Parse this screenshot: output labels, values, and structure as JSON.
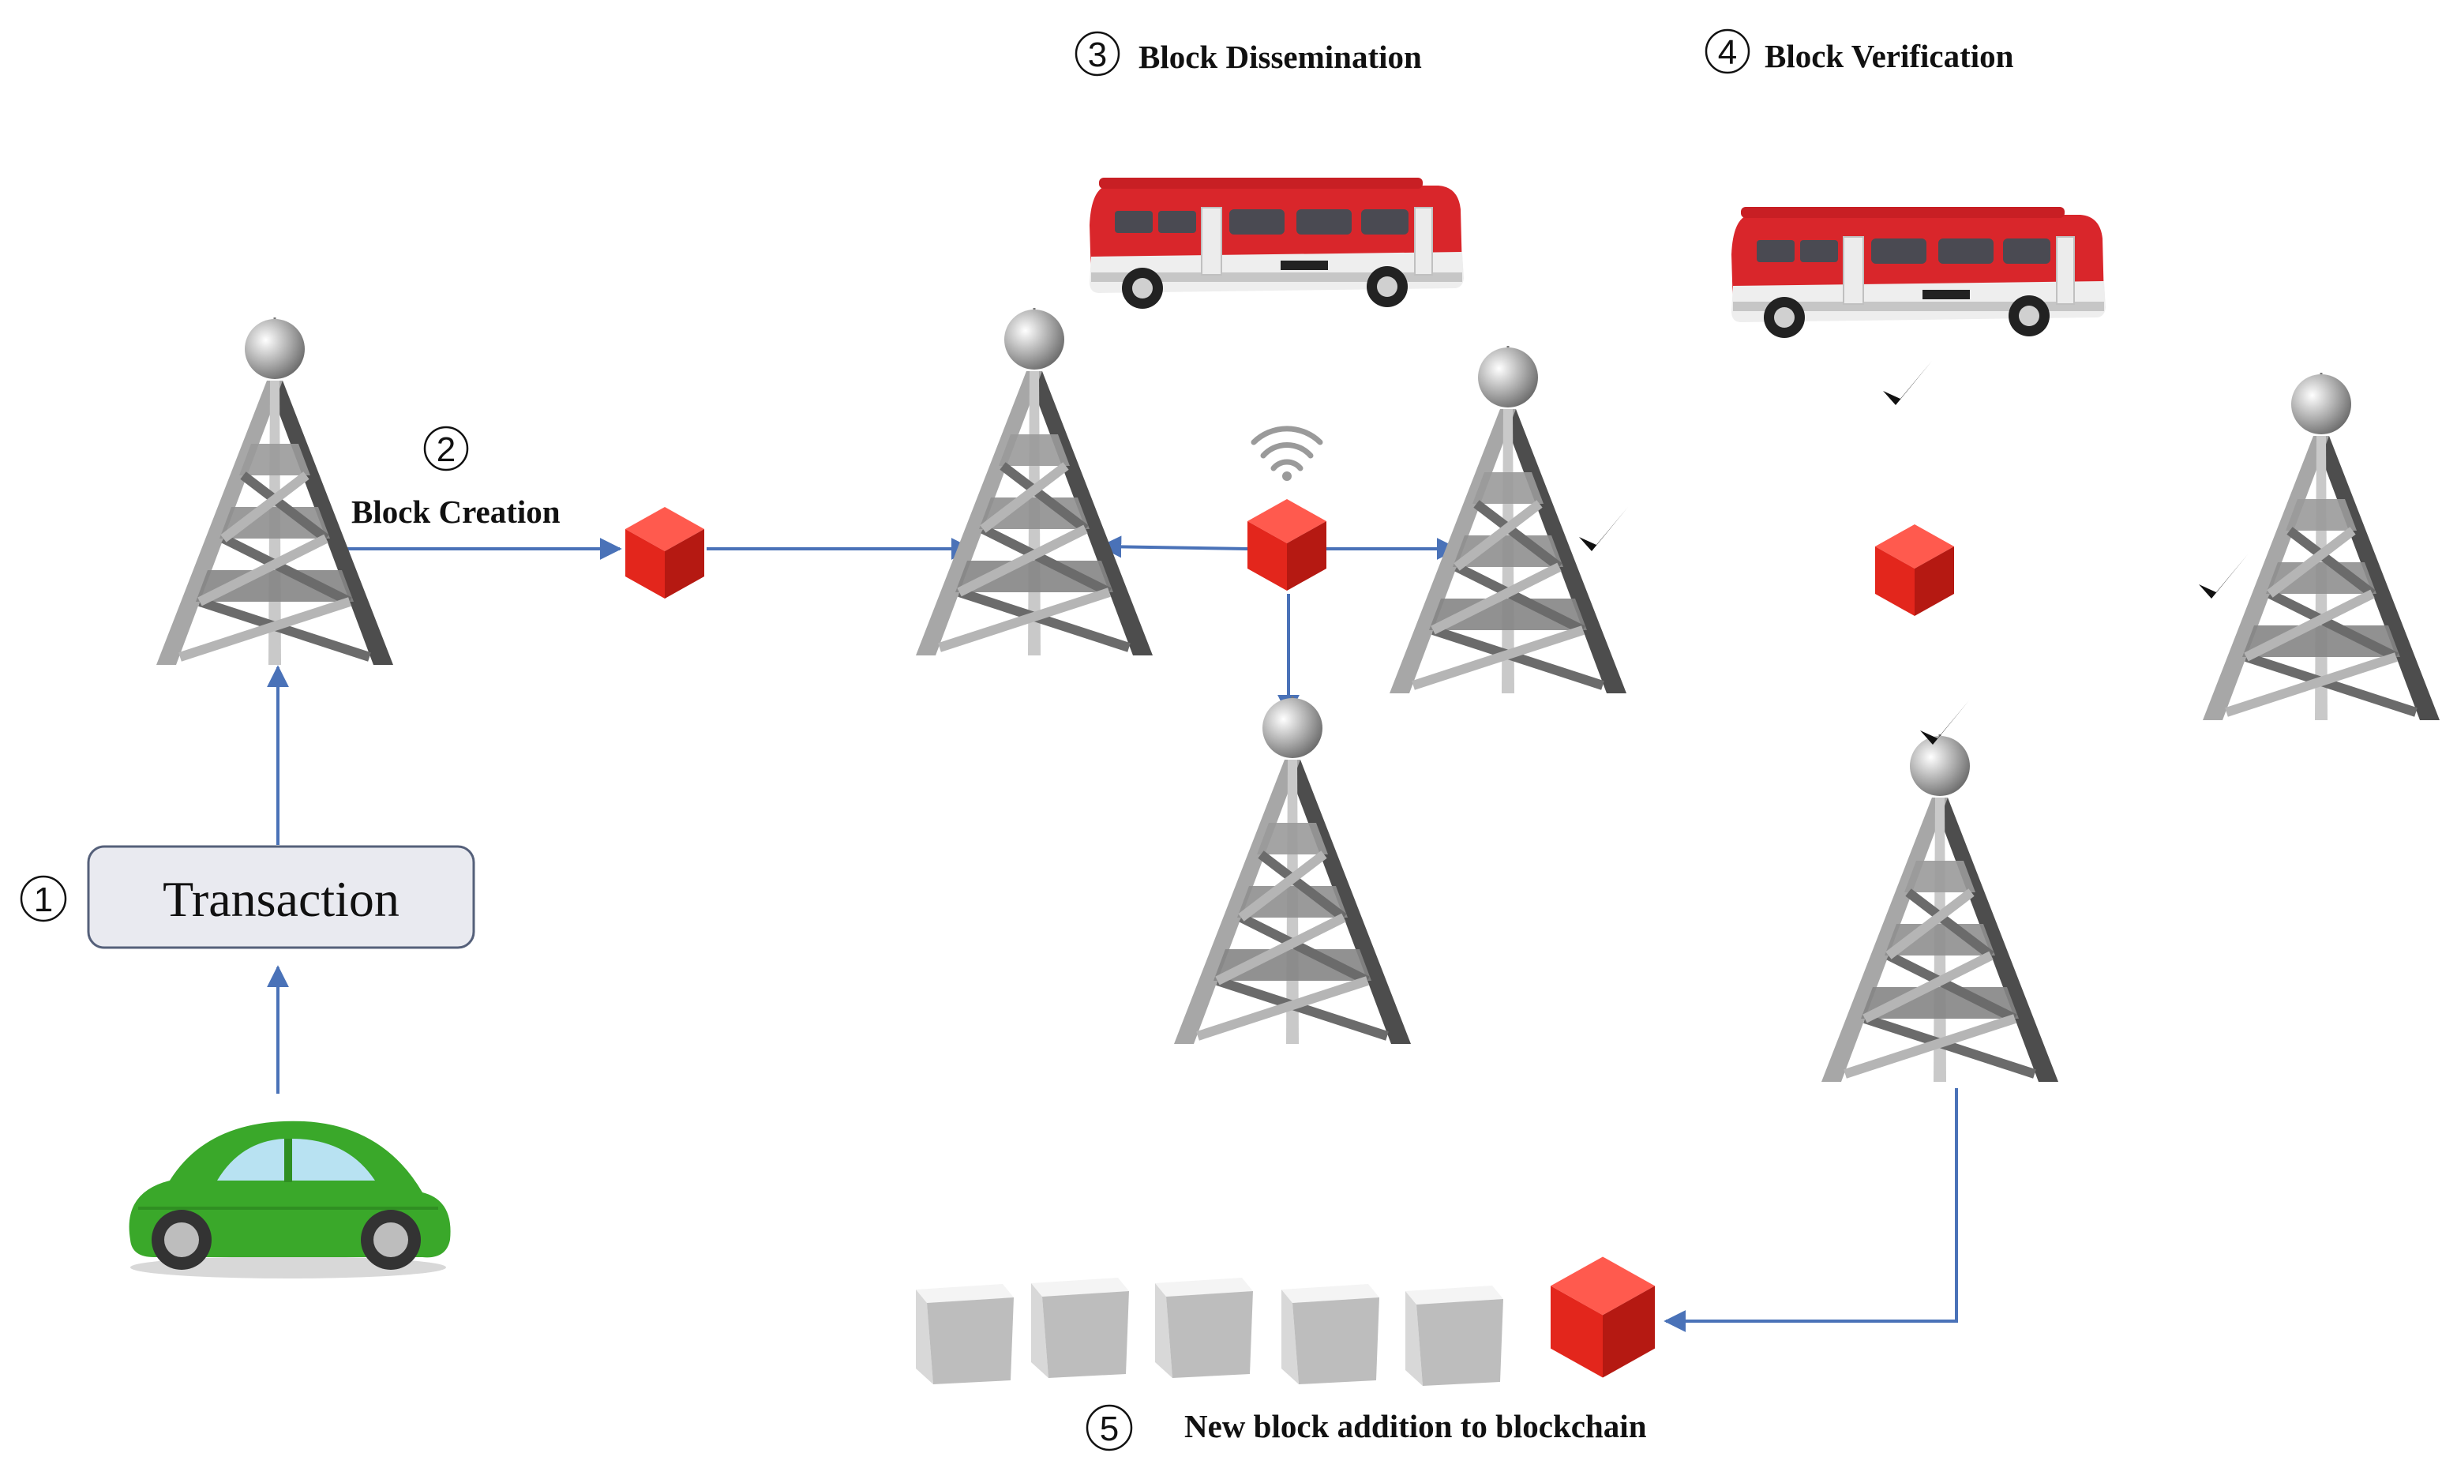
{
  "steps": [
    {
      "num": "1",
      "label": ""
    },
    {
      "num": "2",
      "label": "Block Creation"
    },
    {
      "num": "3",
      "label": "Block Dissemination"
    },
    {
      "num": "4",
      "label": "Block Verification"
    },
    {
      "num": "5",
      "label": "New block addition  to blockchain"
    }
  ],
  "transaction": {
    "label": "Transaction"
  },
  "icons": {
    "tower": "cell-tower-icon",
    "block": "red-block-icon",
    "chain_block": "grey-block-icon",
    "bus": "bus-icon",
    "car": "car-icon",
    "check": "checkmark-icon",
    "wifi": "wifi-icon"
  },
  "colors": {
    "arrow": "#4a72b8",
    "block_red": "#e8241c",
    "car_green": "#3aa82a",
    "bus_red": "#d9262b",
    "tower_grey": "#8a8a8a"
  }
}
